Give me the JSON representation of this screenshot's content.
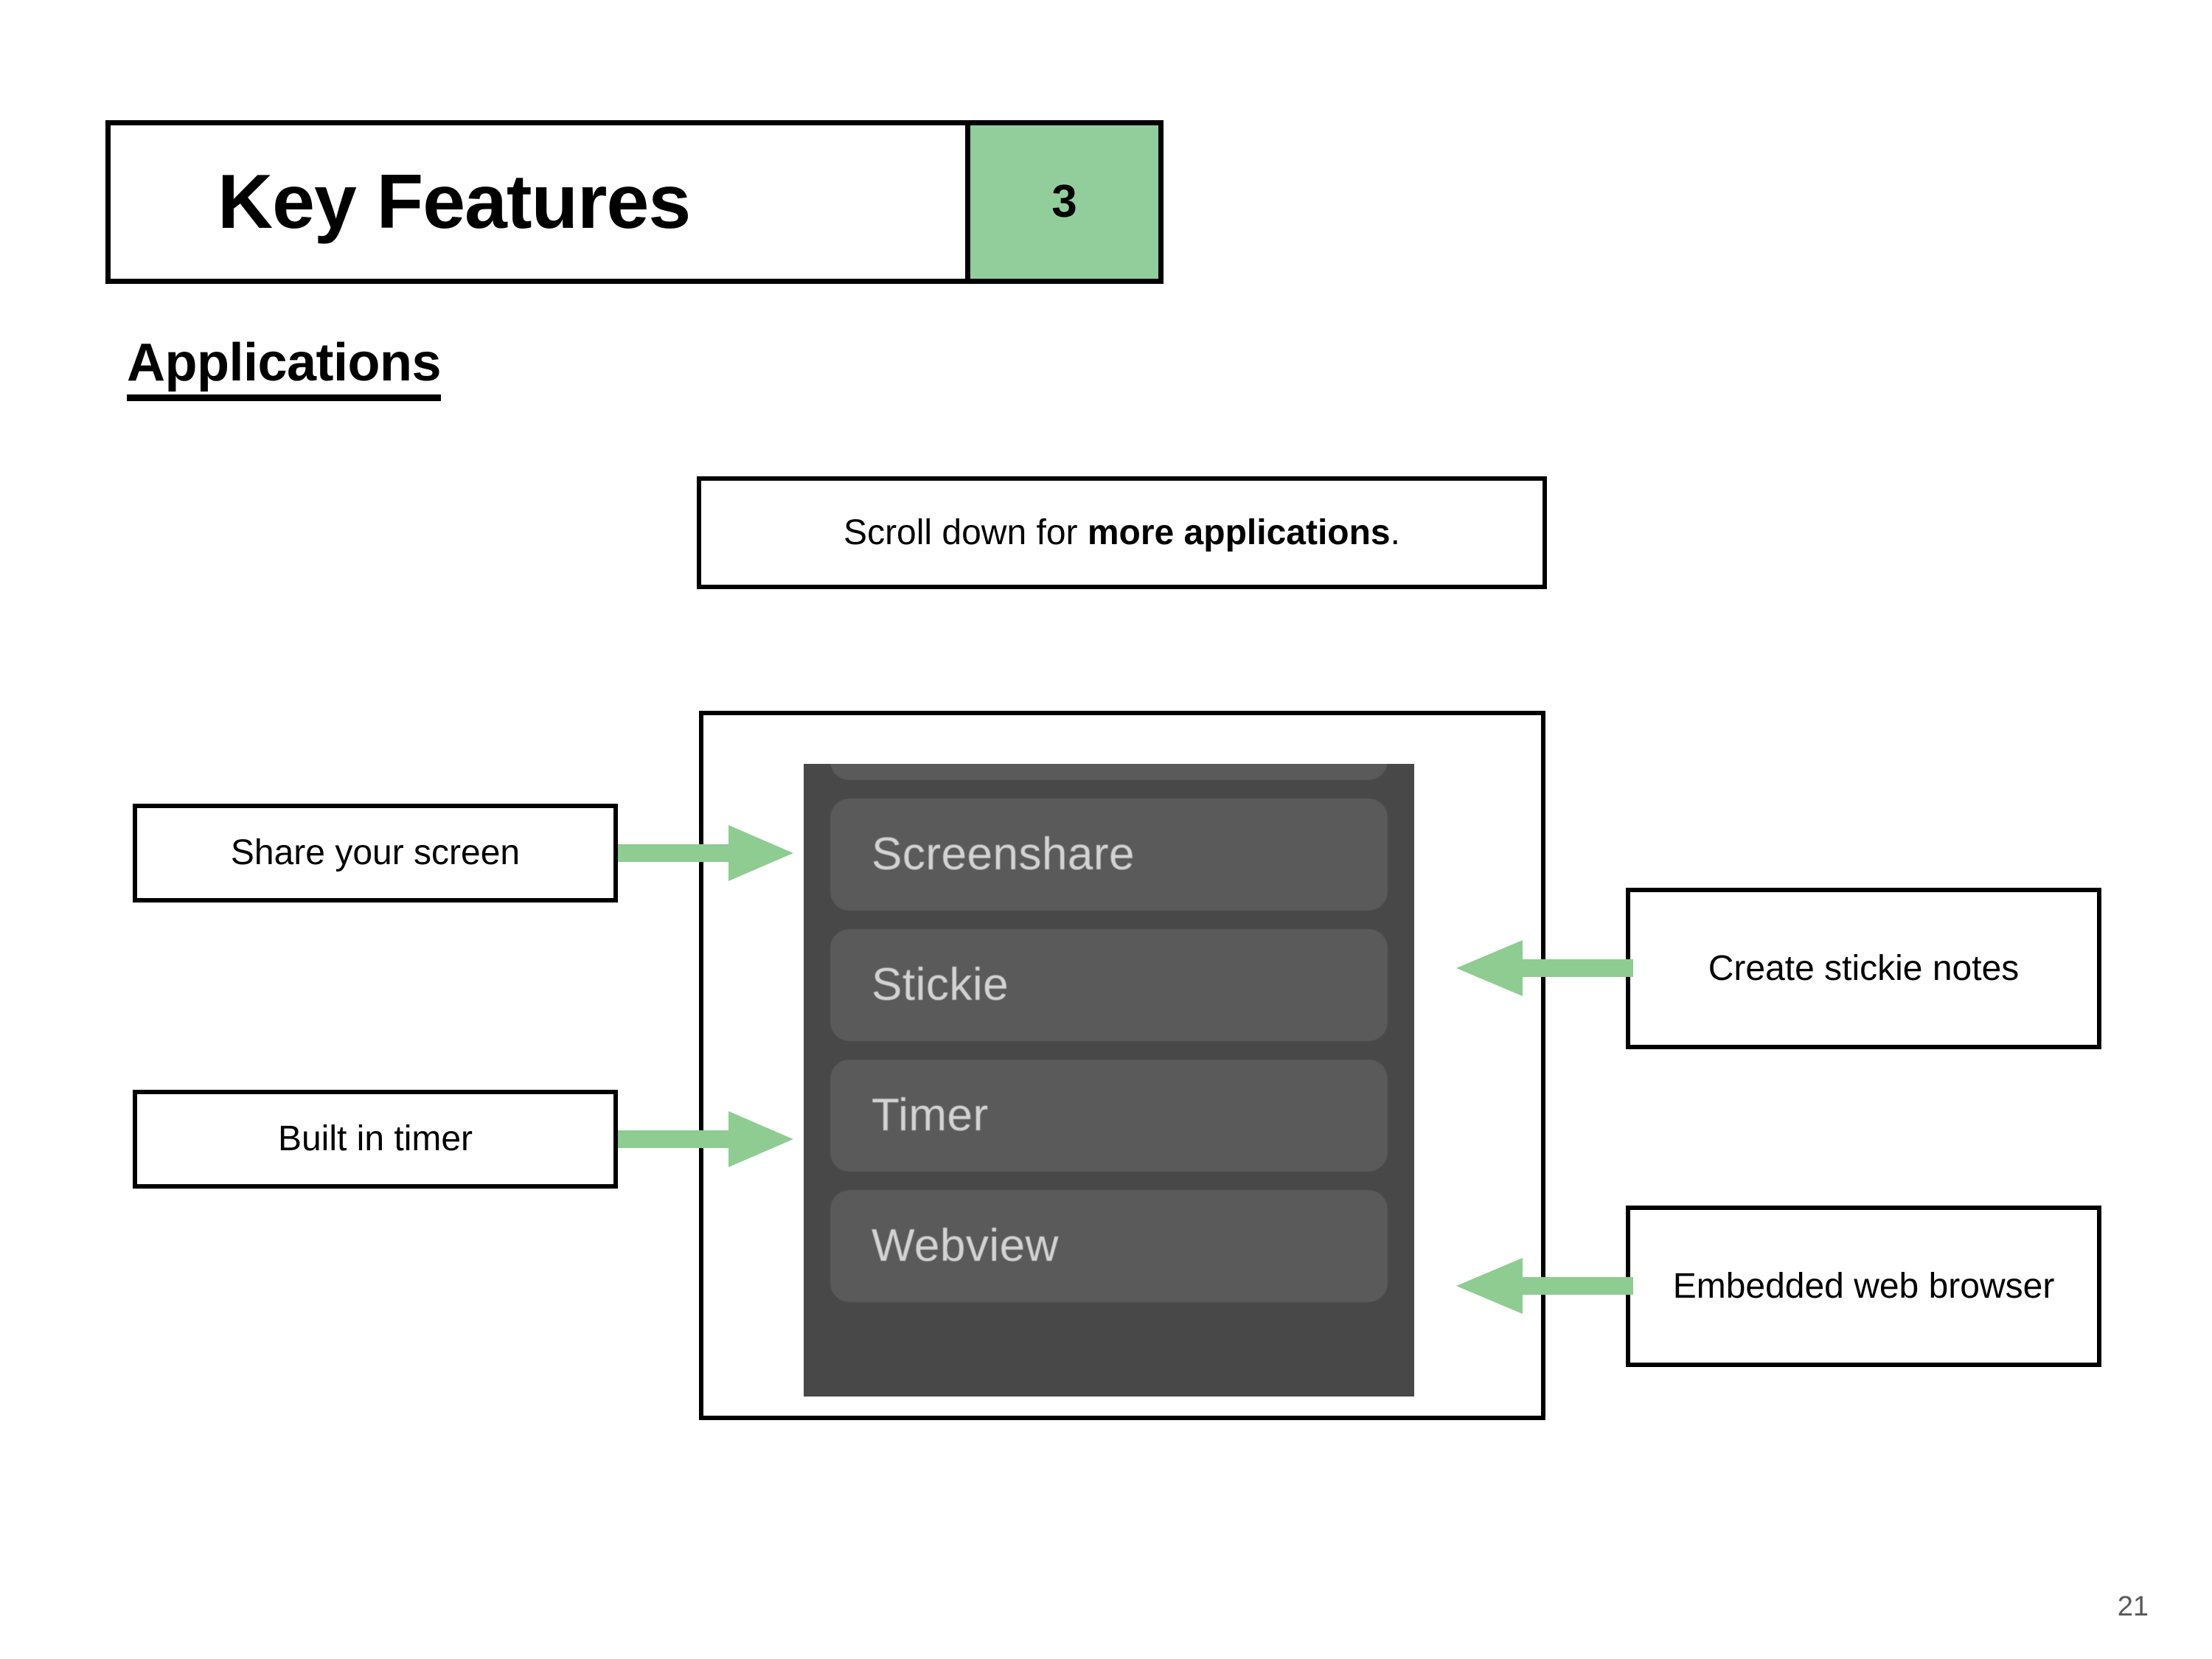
{
  "slide": {
    "header": {
      "title": "Key Features",
      "number": "3",
      "accent_color": "#92CE9C"
    },
    "subtitle": "Applications",
    "note": {
      "prefix": "Scroll down for ",
      "emphasis": "more applications",
      "suffix": "."
    },
    "screenshot": {
      "panel_background": "#484848",
      "row_background": "#5A5A5A",
      "row_text_color": "#D3D3D3",
      "apps": [
        {
          "label": "",
          "partial": true
        },
        {
          "label": "Screenshare",
          "partial": false
        },
        {
          "label": "Stickie",
          "partial": false
        },
        {
          "label": "Timer",
          "partial": false
        },
        {
          "label": "Webview",
          "partial": false
        }
      ]
    },
    "callouts": [
      {
        "id": "share",
        "text": "Share your screen",
        "direction": "right"
      },
      {
        "id": "timer",
        "text": "Built in timer",
        "direction": "right"
      },
      {
        "id": "stickie",
        "text": "Create stickie notes",
        "direction": "left"
      },
      {
        "id": "webview",
        "text": "Embedded web browser",
        "direction": "left"
      }
    ],
    "arrow_color": "#8FCC92",
    "page_number": "21"
  }
}
